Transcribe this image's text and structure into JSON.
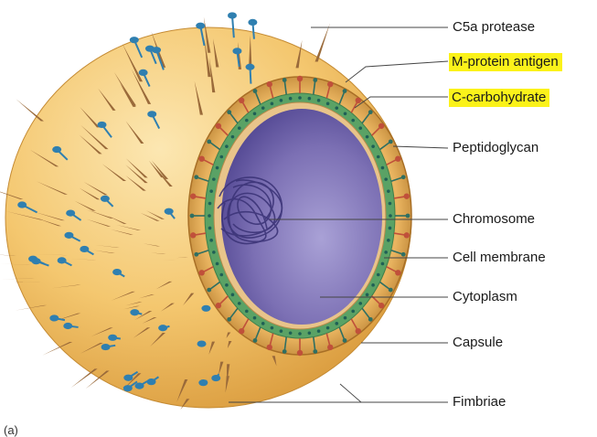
{
  "labels": [
    {
      "key": "c5a",
      "text": "C5a protease",
      "highlight": false
    },
    {
      "key": "mprotein",
      "text": "M-protein antigen",
      "highlight": true
    },
    {
      "key": "ccarb",
      "text": "C-carbohydrate",
      "highlight": true
    },
    {
      "key": "pepti",
      "text": "Peptidoglycan",
      "highlight": false
    },
    {
      "key": "chromo",
      "text": "Chromosome",
      "highlight": false
    },
    {
      "key": "membrane",
      "text": "Cell membrane",
      "highlight": false
    },
    {
      "key": "cyto",
      "text": "Cytoplasm",
      "highlight": false
    },
    {
      "key": "capsule",
      "text": "Capsule",
      "highlight": false
    },
    {
      "key": "fimbriae",
      "text": "Fimbriae",
      "highlight": false
    }
  ],
  "panel_letter": "(a)",
  "colors": {
    "capsule": "#f2c063",
    "peptidoglycan": "#5aa265",
    "cytoplasm": "#6f62a8",
    "fimbriae": "#9a6a3a",
    "c5a_protease": "#2f7fb0",
    "m_protein": "#c0503a",
    "highlight": "#fbf21a"
  }
}
